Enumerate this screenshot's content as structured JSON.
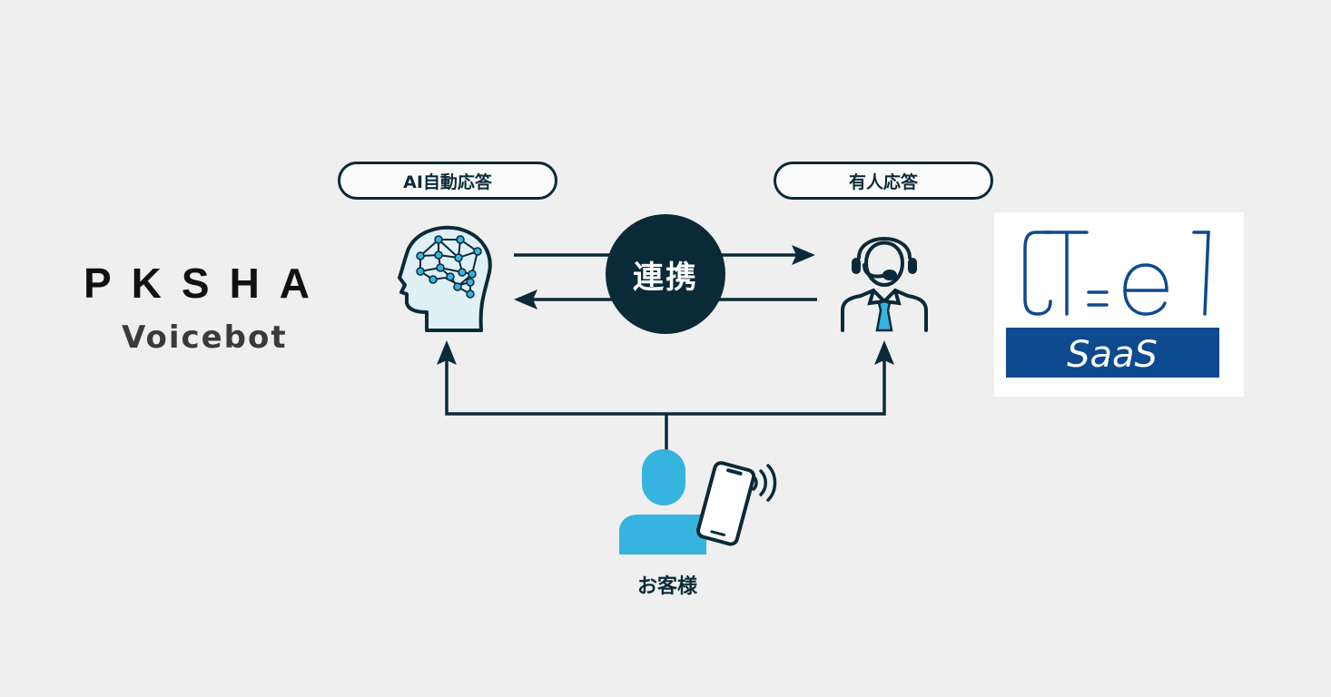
{
  "brand": {
    "company": "PKSHA",
    "product": "Voicebot"
  },
  "nodes": {
    "ai": {
      "label": "AI自動応答",
      "icon": "ai-brain-network-icon"
    },
    "human": {
      "label": "有人応答",
      "icon": "operator-headset-icon"
    },
    "link": {
      "label": "連携"
    },
    "customer": {
      "label": "お客様",
      "icon": "customer-smartphone-icon"
    }
  },
  "partner_logo": {
    "name": "CT-e1",
    "sub": "SaaS",
    "color": "#0d4a8f"
  },
  "colors": {
    "background": "#efefef",
    "dark": "#0b2a38",
    "accent": "#36b3df",
    "brain_fill": "#dff0f7"
  }
}
